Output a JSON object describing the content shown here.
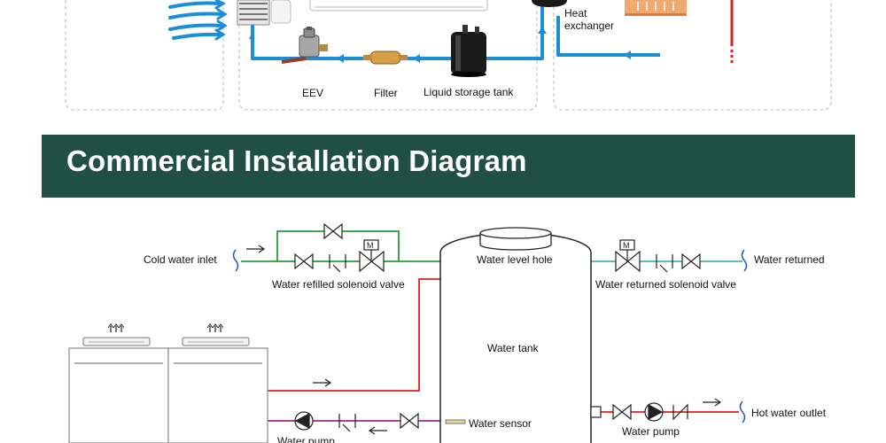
{
  "colors": {
    "banner_bg": "#224f44",
    "banner_text": "#ffffff",
    "refrigerant_pipe": "#1a8fd8",
    "cold_water_pipe": "#2a9a3a",
    "hot_water_pipe": "#e02020",
    "return_water_pipe": "#4ab0c8",
    "pump_pipe": "#a02a8a",
    "outline": "#222222",
    "dashed_box": "#d0d0d0"
  },
  "top_section": {
    "labels": {
      "heat_exchanger": [
        "Heat",
        "exchanger"
      ],
      "eev": "EEV",
      "filter": "Filter",
      "liquid_storage_tank": "Liquid storage tank"
    }
  },
  "banner": {
    "title": "Commercial Installation Diagram"
  },
  "installation": {
    "labels": {
      "cold_water_inlet": "Cold water inlet",
      "water_refilled_solenoid_valve": "Water refilled solenoid valve",
      "water_level_hole": "Water level hole",
      "water_returned": "Water returned",
      "water_returned_solenoid_valve": "Water returned solenoid valve",
      "water_tank": "Water tank",
      "water_sensor": "Water sensor",
      "hot_water_outlet": "Hot water outlet",
      "water_pump_right": "Water pump",
      "water_pump_left": "Water pump",
      "motor_symbol": "M"
    }
  }
}
